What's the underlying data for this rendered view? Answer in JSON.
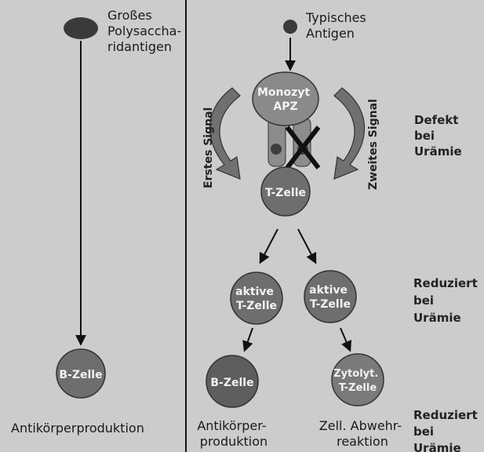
{
  "left_panel": {
    "antigen_label": [
      "Großes",
      "Polysaccha-",
      "ridantigen"
    ],
    "b_cell_label": "B-Zelle",
    "output_label": "Antikörperproduktion"
  },
  "right_panel": {
    "antigen_label": [
      "Typisches",
      "Antigen"
    ],
    "apc_label": [
      "Monozyt",
      "APZ"
    ],
    "first_signal_label": "Erstes Signal",
    "second_signal_label": "Zweites Signal",
    "t_cell_label": "T-Zelle",
    "active_t_left": [
      "aktive",
      "T-Zelle"
    ],
    "active_t_right": [
      "aktive",
      "T-Zelle"
    ],
    "b_cell_label": "B-Zelle",
    "cytotoxic_label": [
      "Zytolyt.",
      "T-Zelle"
    ],
    "output_left": [
      "Antikörper-",
      "produktion"
    ],
    "output_right": [
      "Zell. Abwehr-",
      "reaktion"
    ]
  },
  "annotations": {
    "defect": [
      "Defekt",
      "bei",
      "Urämie"
    ],
    "reduced_1": [
      "Reduziert",
      "bei",
      "Urämie"
    ],
    "reduced_2": [
      "Reduziert",
      "bei",
      "Urämie"
    ]
  },
  "colors": {
    "background": "#cccccc",
    "cell_fill": "#6e6e6e",
    "cell_dark": "#4a4a4a",
    "apc_fill": "#8a8a8a",
    "text": "#1a1a1a"
  }
}
